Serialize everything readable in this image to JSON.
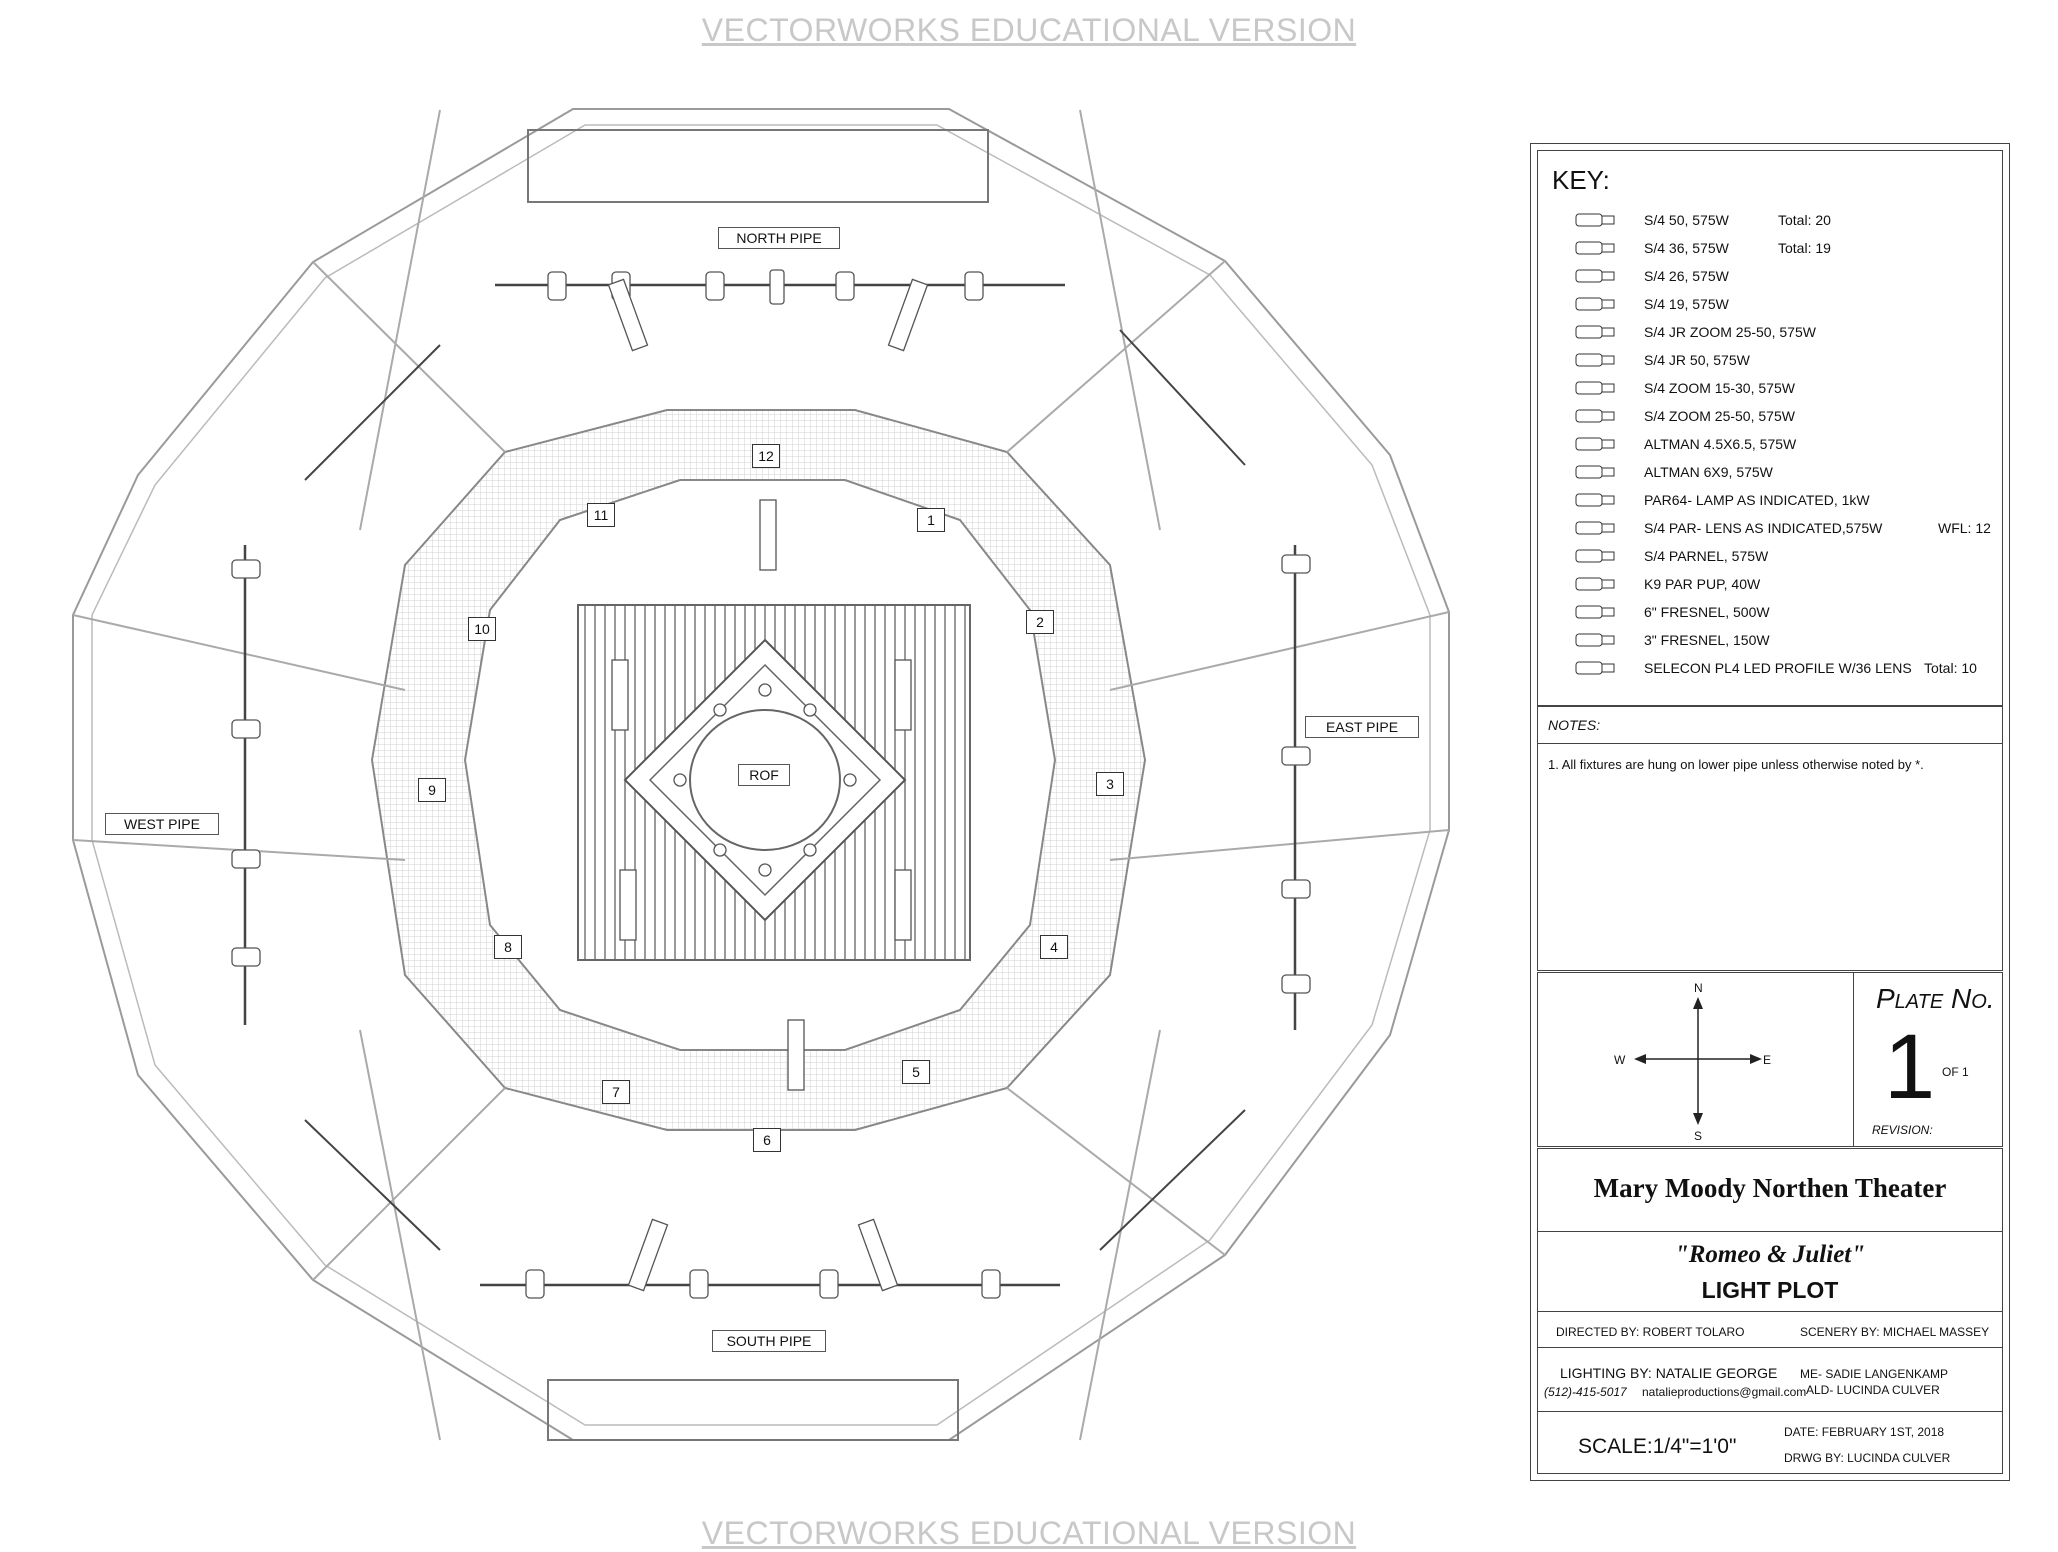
{
  "watermark": "VECTORWORKS EDUCATIONAL VERSION",
  "pipes": {
    "north": "NORTH PIPE",
    "south": "SOUTH PIPE",
    "east": "EAST PIPE",
    "west": "WEST PIPE",
    "center": "ROF"
  },
  "sections": [
    "1",
    "2",
    "3",
    "4",
    "5",
    "6",
    "7",
    "8",
    "9",
    "10",
    "11",
    "12"
  ],
  "key": {
    "title": "KEY:",
    "items": [
      {
        "label": "S/4 50, 575W",
        "extra": "Total: 20"
      },
      {
        "label": "S/4 36, 575W",
        "extra": "Total: 19"
      },
      {
        "label": "S/4 26, 575W",
        "extra": ""
      },
      {
        "label": "S/4 19, 575W",
        "extra": ""
      },
      {
        "label": "S/4 JR ZOOM 25-50, 575W",
        "extra": ""
      },
      {
        "label": "S/4 JR 50, 575W",
        "extra": ""
      },
      {
        "label": "S/4 ZOOM 15-30, 575W",
        "extra": ""
      },
      {
        "label": "S/4 ZOOM 25-50, 575W",
        "extra": ""
      },
      {
        "label": "ALTMAN 4.5X6.5, 575W",
        "extra": ""
      },
      {
        "label": "ALTMAN 6X9, 575W",
        "extra": ""
      },
      {
        "label": "PAR64- LAMP AS INDICATED, 1kW",
        "extra": ""
      },
      {
        "label": "S/4 PAR- LENS AS INDICATED,575W",
        "extra": "WFL: 12"
      },
      {
        "label": "S/4 PARNEL, 575W",
        "extra": ""
      },
      {
        "label": "K9 PAR PUP, 40W",
        "extra": ""
      },
      {
        "label": "6\" FRESNEL, 500W",
        "extra": ""
      },
      {
        "label": "3\" FRESNEL, 150W",
        "extra": ""
      },
      {
        "label": "SELECON PL4 LED PROFILE W/36 LENS",
        "extra": "Total: 10"
      }
    ]
  },
  "notes": {
    "heading": "NOTES:",
    "lines": [
      "1. All fixtures are hung on lower pipe unless otherwise noted by *."
    ]
  },
  "compass": {
    "n": "N",
    "s": "S",
    "e": "E",
    "w": "W"
  },
  "plate": {
    "label": "Plate No.",
    "number": "1",
    "of": "OF 1",
    "revision": "REVISION:"
  },
  "title_block": {
    "venue": "Mary Moody Northen Theater",
    "show": "\"Romeo & Juliet\"",
    "plot_title": "LIGHT PLOT",
    "directed_by": "DIRECTED BY: ROBERT TOLARO",
    "scenery_by": "SCENERY BY: MICHAEL MASSEY",
    "lighting_by": "LIGHTING BY: NATALIE GEORGE",
    "phone": "(512)-415-5017",
    "email": "natalieproductions@gmail.com",
    "me": "ME- SADIE LANGENKAMP",
    "ald": "ALD-  LUCINDA CULVER",
    "scale": "SCALE:1/4\"=1'0\"",
    "date": "DATE: FEBRUARY 1ST, 2018",
    "drawn_by": "DRWG BY: LUCINDA CULVER"
  }
}
